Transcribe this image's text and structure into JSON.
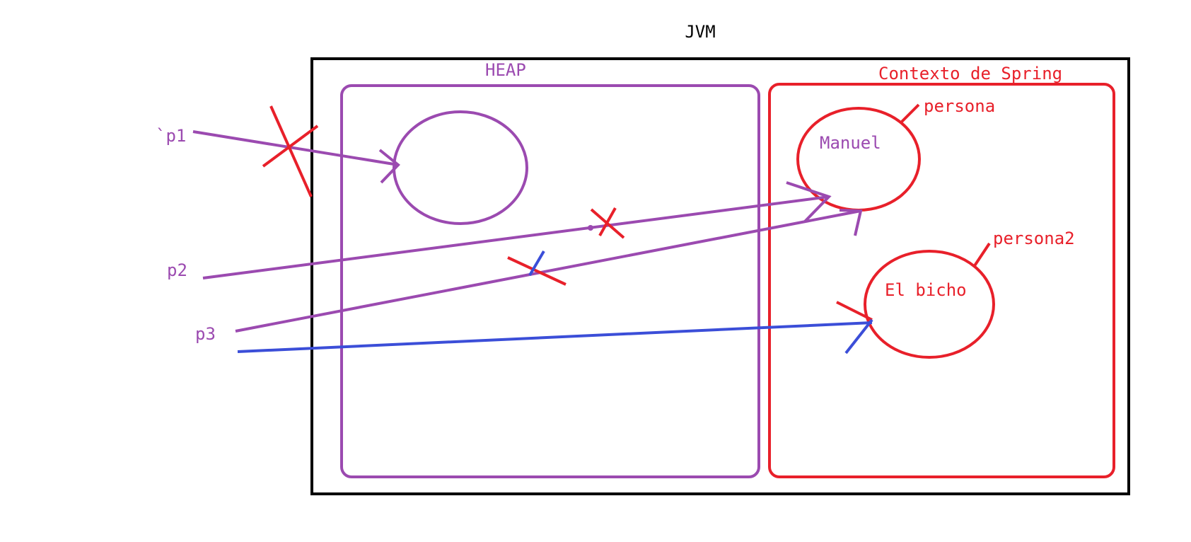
{
  "title": "JVM",
  "heap": {
    "label": "HEAP"
  },
  "spring": {
    "label": "Contexto de Spring"
  },
  "beans": {
    "persona": {
      "name": "persona",
      "value": "Manuel"
    },
    "persona2": {
      "name": "persona2",
      "value": "El bicho"
    }
  },
  "variables": {
    "p1": "`p1",
    "p2": "p2",
    "p3": "p3"
  },
  "colors": {
    "jvm": "#000000",
    "heap": "#9b4ab0",
    "spring": "#e8202a",
    "reference_blue": "#3b4ed8"
  }
}
